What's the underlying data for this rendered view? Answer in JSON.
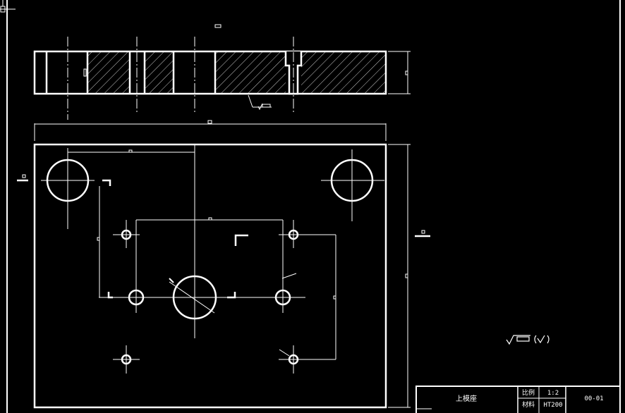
{
  "drawing": {
    "part_name": "上模座",
    "scale_label": "比例",
    "scale_value": "1:2",
    "material_label": "材料",
    "material_value": "HT200",
    "drawing_number": "00-01"
  },
  "colors": {
    "background": "#000000",
    "line": "#ffffff"
  }
}
